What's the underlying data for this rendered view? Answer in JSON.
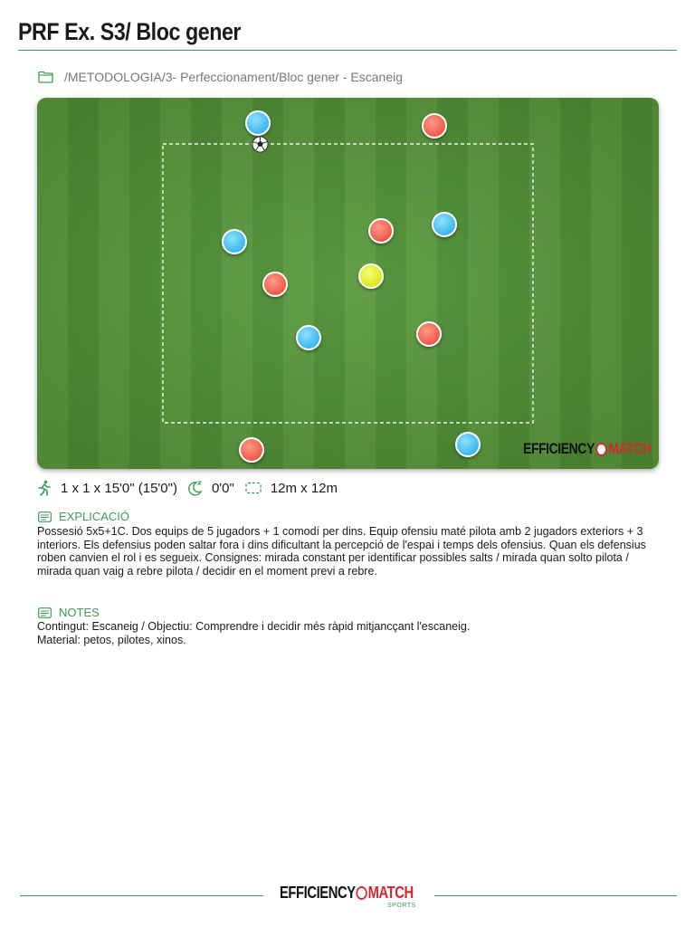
{
  "header": {
    "title": "PRF Ex. S3/ Bloc gener",
    "path": "/METODOLOGIA/3- Perfeccionament/Bloc gener - Escaneig"
  },
  "field": {
    "players": [
      {
        "team": "blue"
      },
      {
        "team": "red"
      },
      {
        "team": "blue"
      },
      {
        "team": "red"
      },
      {
        "team": "blue"
      },
      {
        "team": "red"
      },
      {
        "team": "yellow"
      },
      {
        "team": "blue"
      },
      {
        "team": "red"
      },
      {
        "team": "red"
      },
      {
        "team": "blue"
      }
    ],
    "logo_word1": "EFFICIENCY",
    "logo_word2": "MATCH",
    "colors": {
      "blue": "#3bb8f0",
      "red": "#f05a48",
      "yellow": "#d9ea1c",
      "pitch": "#5b9a3e"
    }
  },
  "meta": {
    "duration": "1 x 1 x 15'0\" (15'0\")",
    "rest": "0'0\"",
    "space": "12m x 12m",
    "icons": [
      "runner-icon",
      "rest-moon-icon",
      "area-icon"
    ]
  },
  "explicacio": {
    "heading": "EXPLICACIÓ",
    "text": "Possesió 5x5+1C. Dos equips de 5 jugadors + 1 comodí per dins. Equip ofensiu maté pilota amb 2 jugadors exteriors + 3 interiors. Els defensius poden saltar fora i dins dificultant la percepció de l'espai i temps dels ofensius. Quan els defensius roben canvien el rol i es segueix. Consignes: mirada constant per identificar possibles salts / mirada quan solto pilota / mirada quan vaig a rebre pilota / decidir en el moment previ a rebre."
  },
  "notes": {
    "heading": "NOTES",
    "line1": "Contingut: Escaneig / Objectiu: Comprendre i decidir més ràpid mitjancçant l'escaneig.",
    "line2": "Material: petos, pilotes, xinos."
  },
  "footer": {
    "logo_word1": "EFFICIENCY",
    "logo_word2": "MATCH",
    "logo_sub": "SPORTS"
  }
}
